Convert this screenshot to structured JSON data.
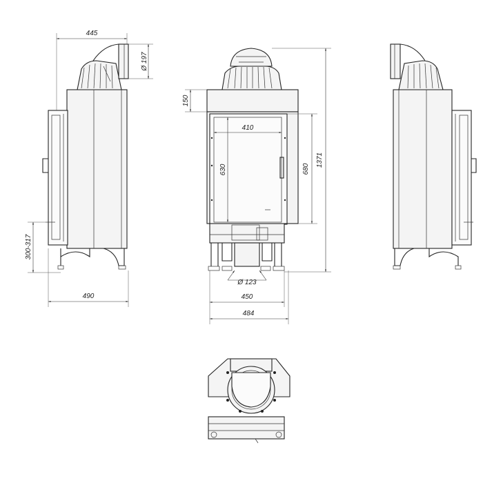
{
  "dimensions": {
    "side_depth": "445",
    "flue_diameter": "Ø 197",
    "top_height": "150",
    "door_width": "410",
    "glass_height": "630",
    "door_height": "680",
    "total_height": "1371",
    "leg_height": "300-317",
    "total_depth": "490",
    "air_inlet": "Ø 123",
    "base_width": "450",
    "total_width": "484"
  },
  "views": [
    "left-side-view",
    "front-view",
    "right-side-view",
    "top-view"
  ],
  "colors": {
    "line": "#222222",
    "body_fill": "#f4f4f4"
  }
}
